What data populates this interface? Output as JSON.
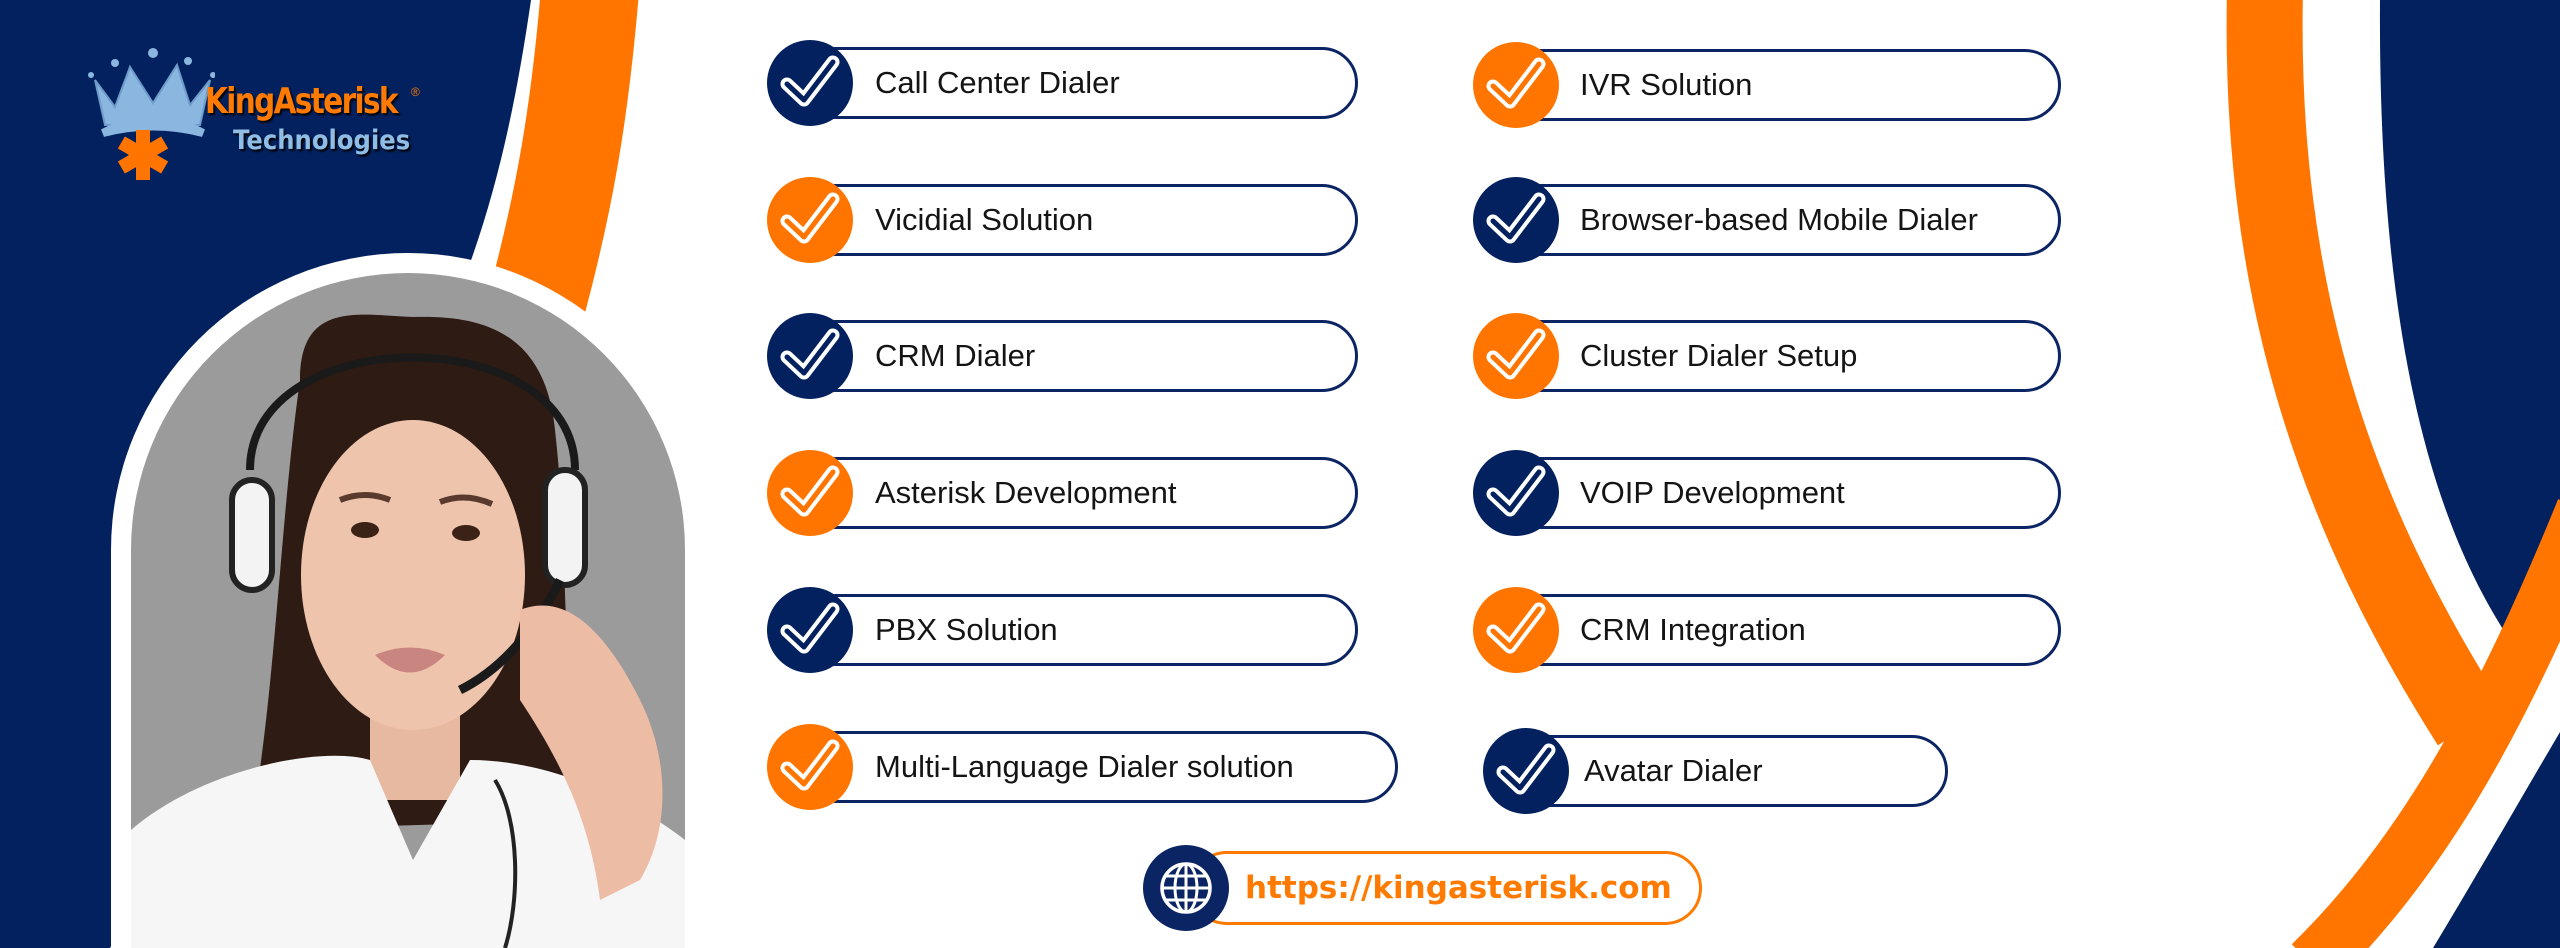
{
  "brand": {
    "name": "KingAsterisk",
    "registered": "®",
    "subtitle": "Technologies"
  },
  "colors": {
    "navy": "#03215e",
    "orange": "#ff7500"
  },
  "services_left": [
    {
      "label": "Call Center Dialer",
      "variant": "navy"
    },
    {
      "label": "Vicidial Solution",
      "variant": "orange"
    },
    {
      "label": "CRM Dialer",
      "variant": "navy"
    },
    {
      "label": "Asterisk Development",
      "variant": "orange"
    },
    {
      "label": "PBX Solution",
      "variant": "navy"
    },
    {
      "label": "Multi-Language Dialer solution",
      "variant": "orange"
    }
  ],
  "services_right": [
    {
      "label": "IVR Solution",
      "variant": "orange"
    },
    {
      "label": "Browser-based Mobile Dialer",
      "variant": "navy"
    },
    {
      "label": "Cluster Dialer Setup",
      "variant": "orange"
    },
    {
      "label": "VOIP Development",
      "variant": "navy"
    },
    {
      "label": "CRM Integration",
      "variant": "orange"
    },
    {
      "label": "Avatar Dialer",
      "variant": "navy"
    }
  ],
  "website": {
    "url": "https://kingasterisk.com",
    "icon": "globe-icon"
  }
}
